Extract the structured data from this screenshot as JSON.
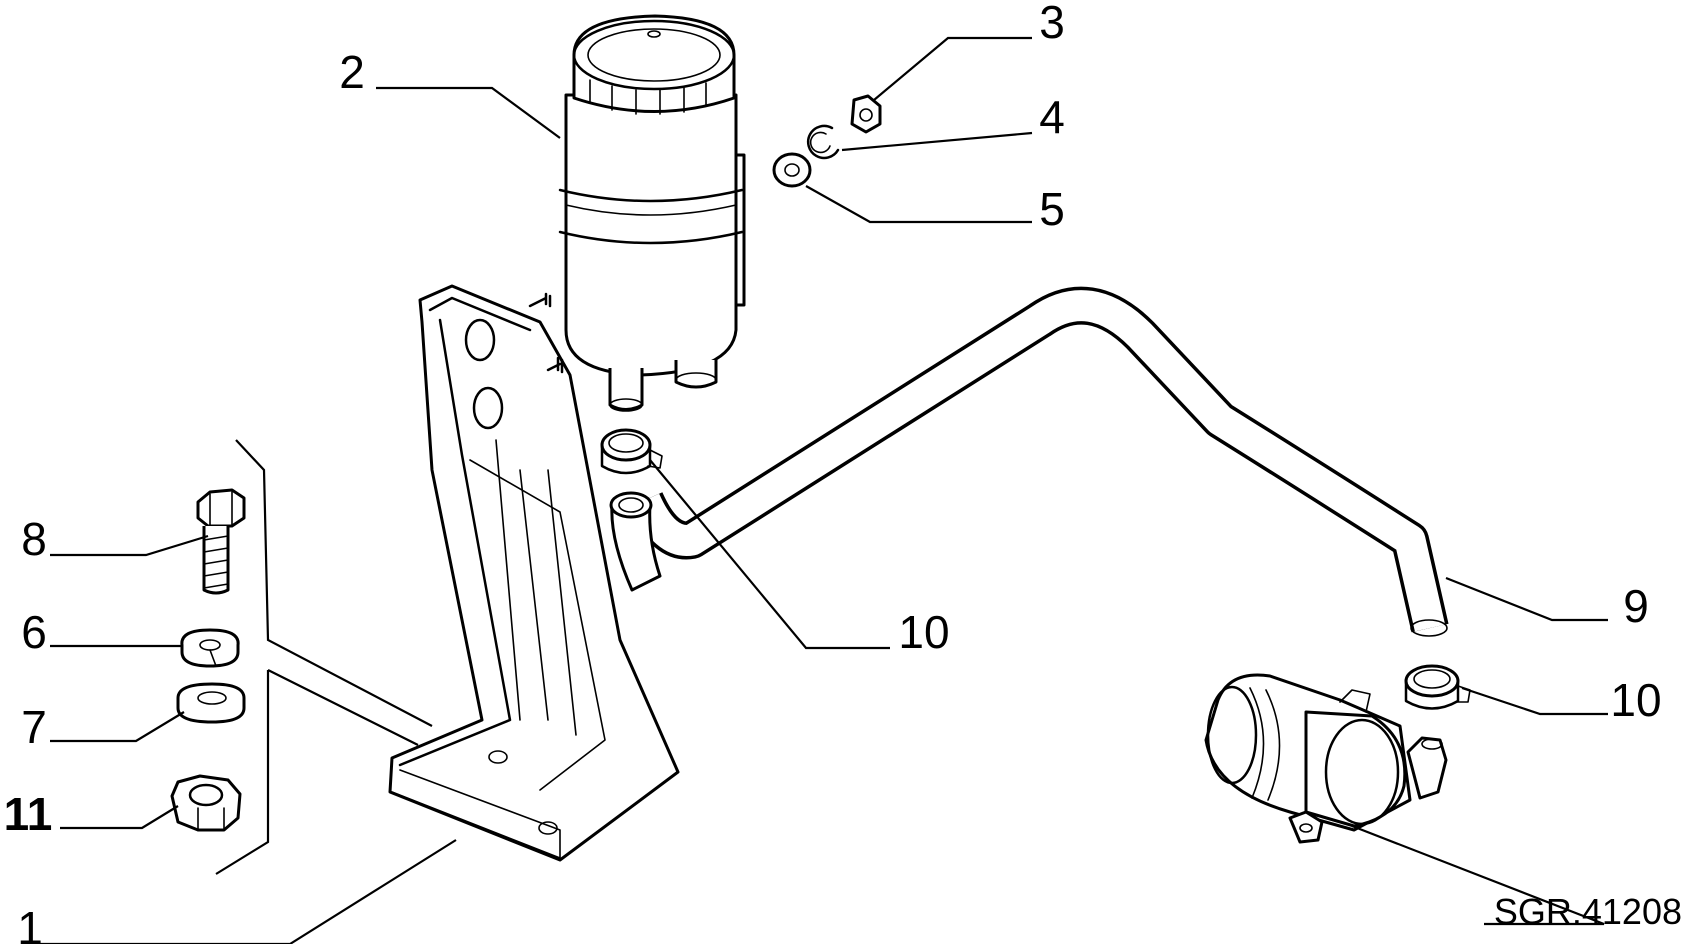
{
  "diagram": {
    "drawing_code": "SGR.41208",
    "callouts": [
      {
        "id": "1",
        "part": "bracket"
      },
      {
        "id": "2",
        "part": "fluid-reservoir"
      },
      {
        "id": "3",
        "part": "nut"
      },
      {
        "id": "4",
        "part": "lock-washer"
      },
      {
        "id": "5",
        "part": "flat-washer"
      },
      {
        "id": "6",
        "part": "split-washer"
      },
      {
        "id": "7",
        "part": "flat-washer"
      },
      {
        "id": "8",
        "part": "bolt"
      },
      {
        "id": "9",
        "part": "hose"
      },
      {
        "id": "10",
        "part": "hose-clamp"
      },
      {
        "id": "10",
        "part": "hose-clamp"
      },
      {
        "id": "11",
        "part": "nut"
      }
    ]
  }
}
